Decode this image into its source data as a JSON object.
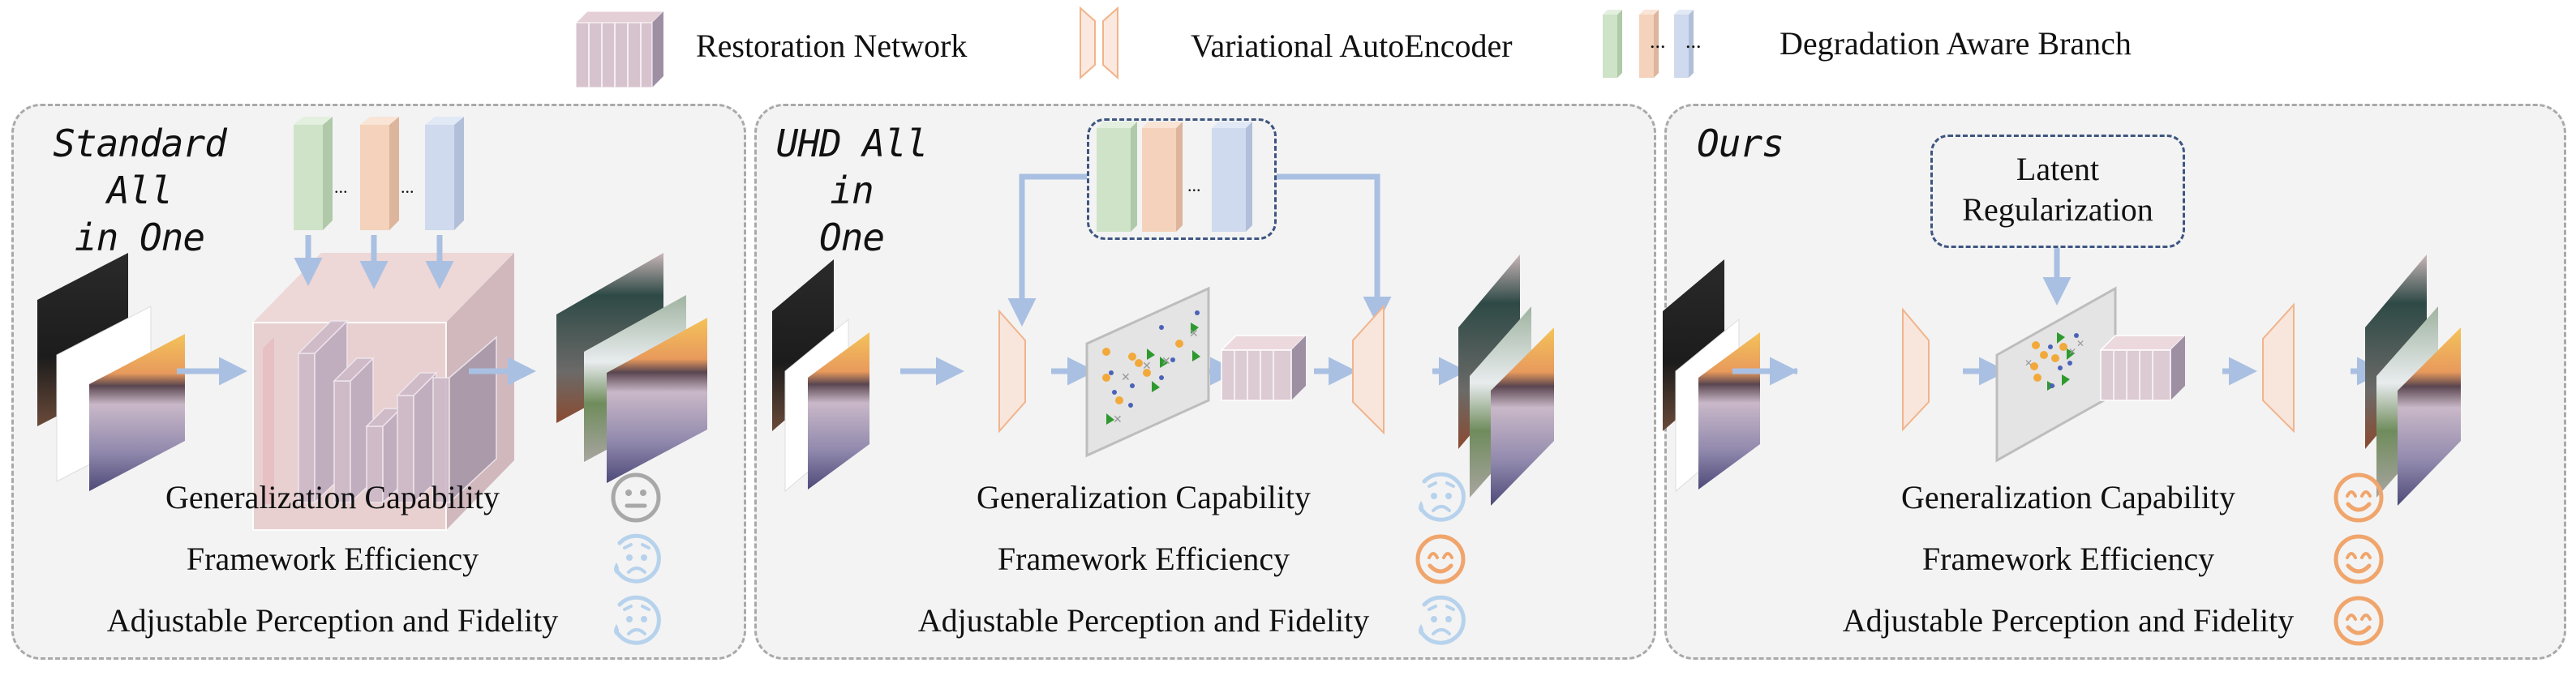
{
  "legend": {
    "items": [
      {
        "label": "Restoration Network",
        "icon": "restoration-network-icon"
      },
      {
        "label": "Variational AutoEncoder",
        "icon": "vae-icon"
      },
      {
        "label": "Degradation Aware Branch",
        "icon": "degradation-branch-icon"
      }
    ],
    "ellipsis": "..."
  },
  "panels": [
    {
      "title": "Standard All\nin One",
      "criteria": [
        {
          "label": "Generalization Capability",
          "rating": "neutral"
        },
        {
          "label": "Framework Efficiency",
          "rating": "sad"
        },
        {
          "label": "Adjustable Perception and Fidelity",
          "rating": "sad"
        }
      ]
    },
    {
      "title": "UHD All in\nOne",
      "criteria": [
        {
          "label": "Generalization Capability",
          "rating": "sad"
        },
        {
          "label": "Framework Efficiency",
          "rating": "happy"
        },
        {
          "label": "Adjustable Perception and Fidelity",
          "rating": "sad"
        }
      ]
    },
    {
      "title": "Ours",
      "latent_box": "Latent\nRegularization",
      "criteria": [
        {
          "label": "Generalization Capability",
          "rating": "happy"
        },
        {
          "label": "Framework Efficiency",
          "rating": "happy"
        },
        {
          "label": "Adjustable Perception and Fidelity",
          "rating": "happy"
        }
      ]
    }
  ],
  "colors": {
    "arrow": "#a9c0e2",
    "green_block": "#cfe3c8",
    "orange_block": "#f4d2bb",
    "blue_block": "#cfdaee",
    "vae_fill": "#f8e6dc",
    "vae_stroke": "#f0b48c",
    "happy": "#f0a56c",
    "sad": "#b7d2ec",
    "neutral": "#a8a8a8",
    "dashed_box": "#3d5580"
  }
}
